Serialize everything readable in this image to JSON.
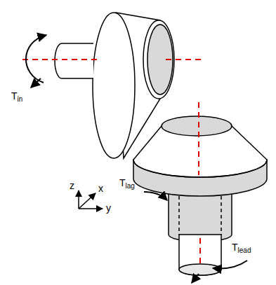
{
  "diagram": {
    "labels": [
      "Tin",
      "Tlag",
      "Tlead",
      "z",
      "x",
      "y"
    ]
  }
}
